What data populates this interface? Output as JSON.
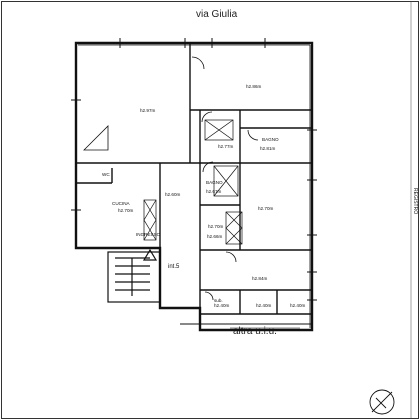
{
  "streets": {
    "top": "via Giulia",
    "bottom": "altra u.i.u."
  },
  "stair_label": "int.5",
  "side_code": "REGISTRO",
  "rooms": [
    {
      "id": "room-large-nw",
      "height": "h2.97m"
    },
    {
      "id": "room-ne",
      "height": "h2.86m"
    },
    {
      "id": "bagno-1",
      "name": "BAGNO",
      "height": "h2.81m"
    },
    {
      "id": "room-corridor-1",
      "height": "h2.77m"
    },
    {
      "id": "room-center",
      "height": "h2.60m"
    },
    {
      "id": "bagno-2",
      "name": "BAGNO",
      "height": "h2.67m"
    },
    {
      "id": "wc",
      "name": "WC"
    },
    {
      "id": "cucina",
      "name": "CUCINA",
      "height": "h2.70m"
    },
    {
      "id": "room-e",
      "height": "h2.70m"
    },
    {
      "id": "ingresso",
      "name": "INGRESSO"
    },
    {
      "id": "corridor-2",
      "height": "h2.70m"
    },
    {
      "id": "corridor-3",
      "height": "h2.66m"
    },
    {
      "id": "room-s",
      "height": "h2.84m"
    },
    {
      "id": "store-1",
      "name": "sub.",
      "height": "h2.40m"
    },
    {
      "id": "store-2",
      "height": "h2.40m"
    },
    {
      "id": "store-3",
      "height": "h2.40m"
    }
  ]
}
